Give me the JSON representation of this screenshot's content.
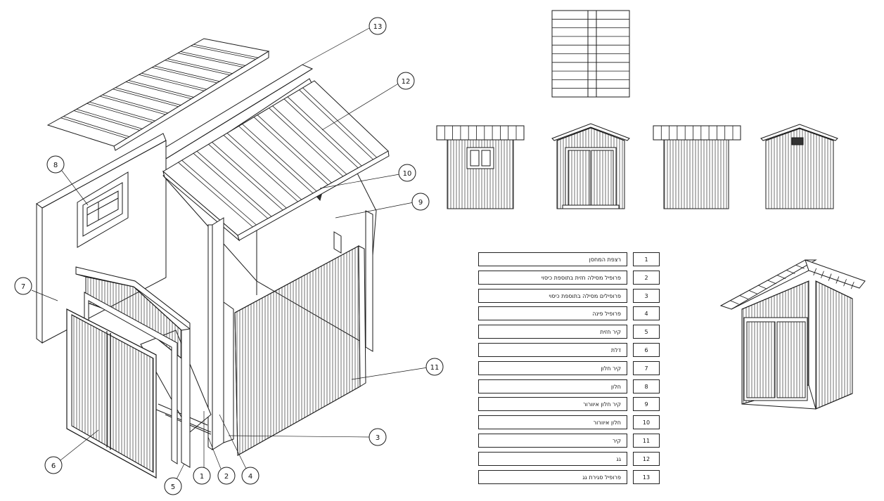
{
  "callouts": [
    {
      "num": "1"
    },
    {
      "num": "2"
    },
    {
      "num": "3"
    },
    {
      "num": "4"
    },
    {
      "num": "5"
    },
    {
      "num": "6"
    },
    {
      "num": "7"
    },
    {
      "num": "8"
    },
    {
      "num": "9"
    },
    {
      "num": "10"
    },
    {
      "num": "11"
    },
    {
      "num": "12"
    },
    {
      "num": "13"
    }
  ],
  "parts": [
    {
      "num": "1",
      "label": "רצפת המחסן"
    },
    {
      "num": "2",
      "label": "פרופיל מסילה  חזית בתוספת כיסוי"
    },
    {
      "num": "3",
      "label": "פרופילים מסילה בתוספת כיסוי"
    },
    {
      "num": "4",
      "label": "פרופיל פינה"
    },
    {
      "num": "5",
      "label": "קיר חזית"
    },
    {
      "num": "6",
      "label": "דלת"
    },
    {
      "num": "7",
      "label": "קיר חלון"
    },
    {
      "num": "8",
      "label": "חלון"
    },
    {
      "num": "9",
      "label": "קיר חלון איוורור"
    },
    {
      "num": "10",
      "label": "חלון איוורור"
    },
    {
      "num": "11",
      "label": "קיר"
    },
    {
      "num": "12",
      "label": "גג"
    },
    {
      "num": "13",
      "label": "פרופיל סגירת גג"
    }
  ],
  "colors": {
    "line": "#1a1a1a",
    "paper": "#ffffff",
    "vent": "#333333"
  }
}
